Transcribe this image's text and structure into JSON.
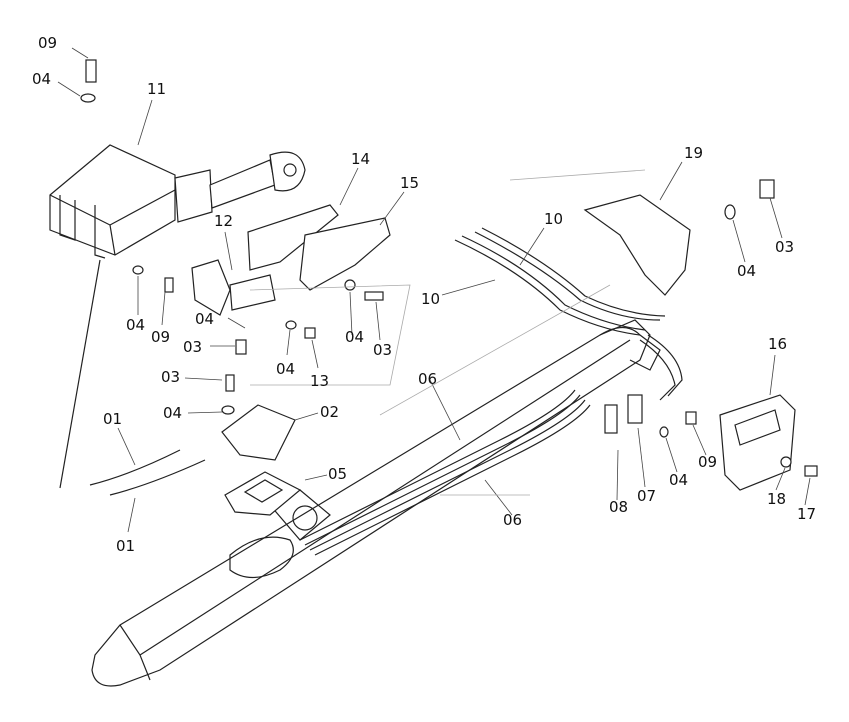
{
  "labels": [
    {
      "id": "l09a",
      "text": "09"
    },
    {
      "id": "l04a",
      "text": "04"
    },
    {
      "id": "l11",
      "text": "11"
    },
    {
      "id": "l14",
      "text": "14"
    },
    {
      "id": "l15",
      "text": "15"
    },
    {
      "id": "l12",
      "text": "12"
    },
    {
      "id": "l04b",
      "text": "04"
    },
    {
      "id": "l09b",
      "text": "09"
    },
    {
      "id": "l04c",
      "text": "04"
    },
    {
      "id": "l03a",
      "text": "03"
    },
    {
      "id": "l04d",
      "text": "04"
    },
    {
      "id": "l13",
      "text": "13"
    },
    {
      "id": "l04e",
      "text": "04"
    },
    {
      "id": "l03b",
      "text": "03"
    },
    {
      "id": "l03c",
      "text": "03"
    },
    {
      "id": "l04f",
      "text": "04"
    },
    {
      "id": "l02",
      "text": "02"
    },
    {
      "id": "l01a",
      "text": "01"
    },
    {
      "id": "l01b",
      "text": "01"
    },
    {
      "id": "l05",
      "text": "05"
    },
    {
      "id": "l10a",
      "text": "10"
    },
    {
      "id": "l10b",
      "text": "10"
    },
    {
      "id": "l19",
      "text": "19"
    },
    {
      "id": "l04g",
      "text": "04"
    },
    {
      "id": "l03d",
      "text": "03"
    },
    {
      "id": "l06a",
      "text": "06"
    },
    {
      "id": "l06b",
      "text": "06"
    },
    {
      "id": "l16",
      "text": "16"
    },
    {
      "id": "l08",
      "text": "08"
    },
    {
      "id": "l07",
      "text": "07"
    },
    {
      "id": "l04h",
      "text": "04"
    },
    {
      "id": "l09c",
      "text": "09"
    },
    {
      "id": "l18",
      "text": "18"
    },
    {
      "id": "l17",
      "text": "17"
    }
  ]
}
